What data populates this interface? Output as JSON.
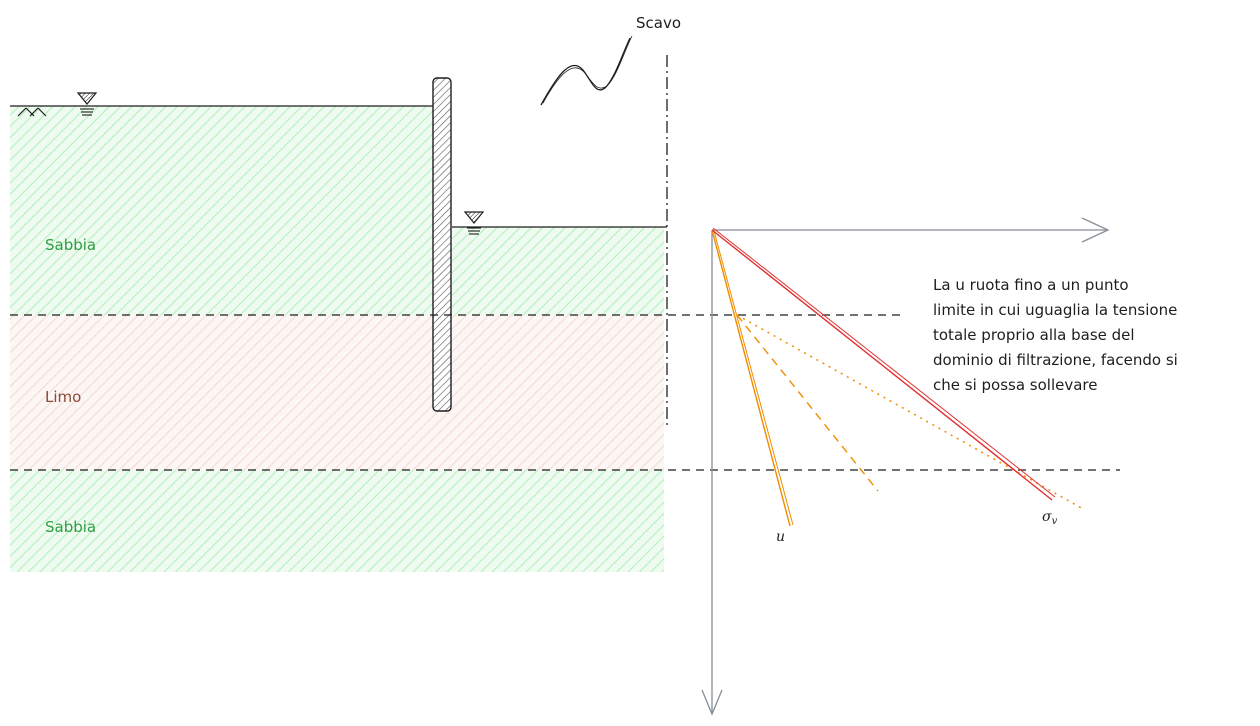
{
  "scavo_label": "Scavo",
  "layers": [
    {
      "name": "Sabbia",
      "color": "#2f9e44",
      "fill": "#b2f2bb"
    },
    {
      "name": "Limo",
      "color": "#8a4b3a",
      "fill": "#f3d9d2"
    },
    {
      "name": "Sabbia",
      "color": "#2f9e44",
      "fill": "#b2f2bb"
    }
  ],
  "annotation_lines": [
    "La u ruota fino a un punto",
    "limite in cui uguaglia la tensione",
    "totale proprio alla base del",
    "dominio di filtrazione, facendo si",
    "che si possa sollevare"
  ],
  "u_label": "u",
  "sigma_label_main": "σ",
  "sigma_label_sub": "v",
  "colors": {
    "stroke": "#1e1e1e",
    "axis": "#868e96",
    "u_line": "#f08c00",
    "sigma_line": "#e03131"
  },
  "icons": [
    "water-table-icon",
    "ground-hatch-icon",
    "scavo-squiggle-icon"
  ]
}
